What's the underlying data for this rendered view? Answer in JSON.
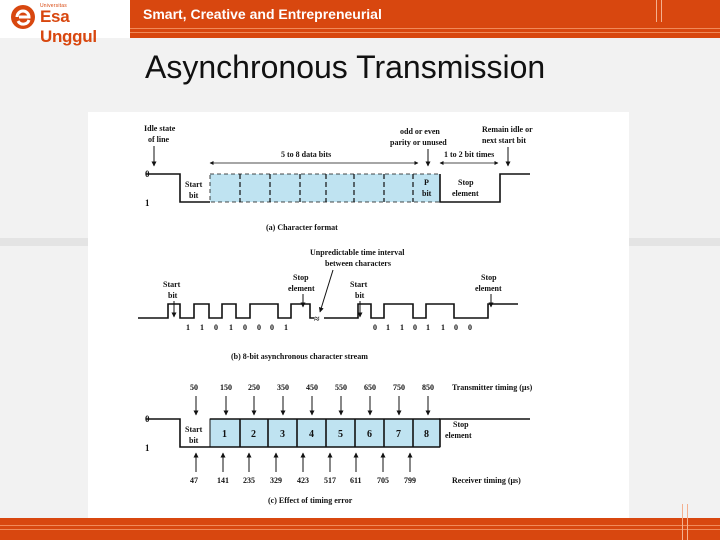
{
  "header": {
    "logo_small": "Universitas",
    "logo_text": "Esa Unggul",
    "tagline": "Smart, Creative and Entrepreneurial"
  },
  "title": "Asynchronous Transmission",
  "colors": {
    "brand": "#d8470f",
    "bit_fill": "#bfe3f1"
  },
  "diagram": {
    "a": {
      "idle_state": "Idle state",
      "of_line": "of line",
      "data_bits": "5 to 8 data bits",
      "parity_1": "odd or even",
      "parity_2": "parity or unused",
      "remain_1": "Remain idle or",
      "remain_2": "next start bit",
      "stop_times": "1 to 2 bit times",
      "level0": "0",
      "level1": "1",
      "start": "Start",
      "bit": "bit",
      "p": "P",
      "stop": "Stop",
      "element": "element",
      "caption": "(a) Character format"
    },
    "b": {
      "unpredictable_1": "Unpredictable time interval",
      "unpredictable_2": "between characters",
      "start": "Start",
      "bit": "bit",
      "stop": "Stop",
      "element": "element",
      "bits_first": [
        "1",
        "1",
        "0",
        "1",
        "0",
        "0",
        "0",
        "1"
      ],
      "bits_second": [
        "0",
        "1",
        "1",
        "0",
        "1",
        "1",
        "0",
        "0"
      ],
      "caption": "(b) 8-bit asynchronous character stream"
    },
    "c": {
      "tx_times": [
        "50",
        "150",
        "250",
        "350",
        "450",
        "550",
        "650",
        "750",
        "850"
      ],
      "tx_label": "Transmitter timing (μs)",
      "rx_times": [
        "47",
        "141",
        "235",
        "329",
        "423",
        "517",
        "611",
        "705",
        "799"
      ],
      "rx_label": "Receiver timing (μs)",
      "level0": "0",
      "level1": "1",
      "start": "Start",
      "bit": "bit",
      "cells": [
        "1",
        "2",
        "3",
        "4",
        "5",
        "6",
        "7",
        "8"
      ],
      "stop": "Stop",
      "element": "element",
      "caption": "(c) Effect of timing error"
    }
  }
}
